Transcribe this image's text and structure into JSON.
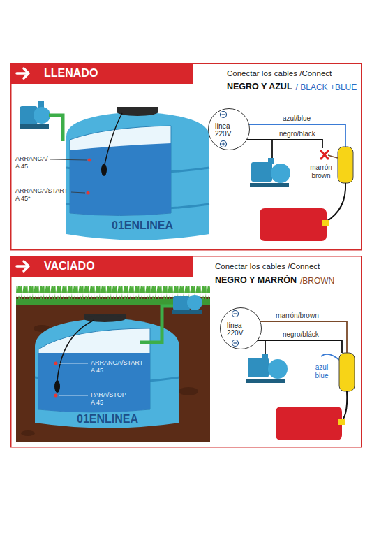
{
  "diagram": {
    "nodes": [
      {
        "text": [
          "LLENADO"
        ]
      },
      {
        "text": [
          "línea 220V"
        ]
      },
      {
        "text": [
          "VACIADO"
        ]
      },
      {
        "text": [
          "línea 220V"
        ]
      }
    ],
    "labels": [
      "Conectar los cables /Connect",
      "NEGRO Y AZUL",
      "/ BLACK +BLUE",
      "ARRANCA/ A 45",
      "ARRANCA/START A 45*",
      "01ENLINEA",
      "azul/blue",
      "negro/black",
      "marrón brown",
      "Conectar los cables /Connect",
      "NEGRO Y MARRÓN",
      "/BROWN",
      "ARRANCA/START A 45",
      "PARA/STOP A 45",
      "01ENLINEA",
      "marrón/brown",
      "negro/bláck",
      "azul blue"
    ]
  }
}
